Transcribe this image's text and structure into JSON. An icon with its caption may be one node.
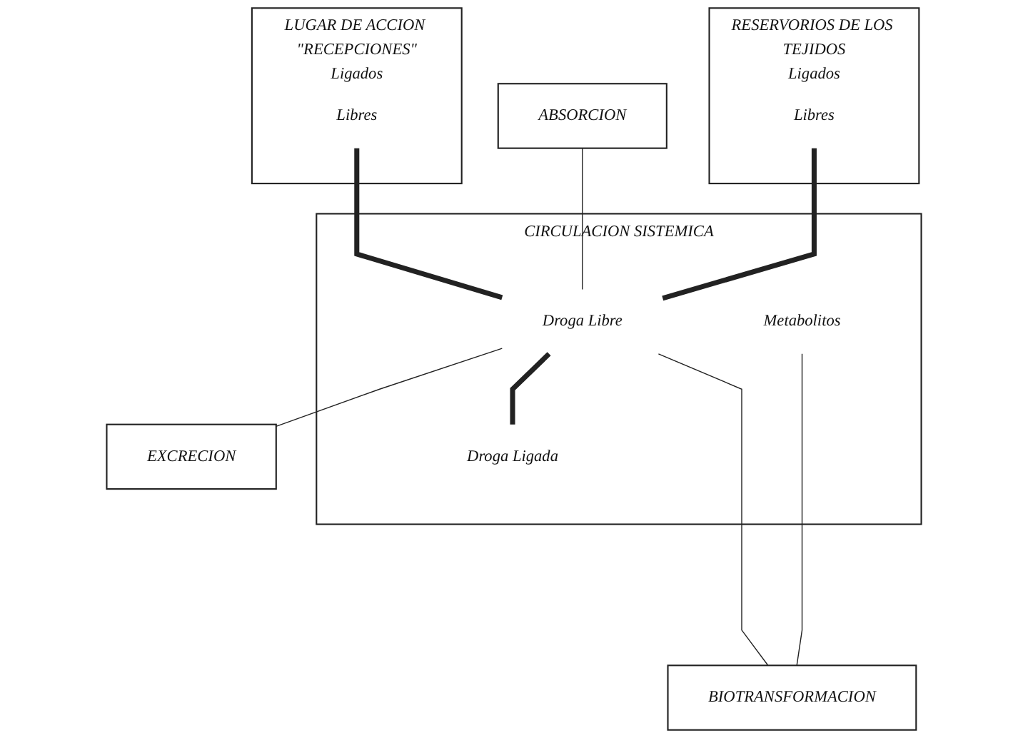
{
  "diagram": {
    "nodes": [
      {
        "text": [
          "LUGAR DE ACCION \"RECEPCIONES\"",
          "Ligados"
        ]
      },
      {
        "text": [
          "Libres"
        ],
        "in": 0
      },
      {
        "text": [
          "RESERVORIOS DE LOS TEJIDOS",
          "Ligados"
        ]
      },
      {
        "text": [
          "Libres"
        ],
        "in": 2
      },
      {
        "text": [
          "CIRCULACION SISTEMICA"
        ]
      },
      {
        "text": [
          "ABSORCION"
        ]
      },
      {
        "text": [
          "Droga Libre"
        ],
        "in": 4
      },
      {
        "text": [
          "EXCRECION"
        ]
      },
      {
        "text": [
          "Droga Ligada"
        ],
        "in": 4
      },
      {
        "text": [
          "Metabolitos"
        ],
        "in": 4
      },
      {
        "text": [
          "BIOTRANSFORMACION"
        ]
      }
    ],
    "edges": [
      {
        "from": 1,
        "to": 6,
        "arrow": "none",
        "style": "thick"
      },
      {
        "from": 3,
        "to": 6,
        "arrow": "none",
        "style": "thick"
      },
      {
        "from": 5,
        "to": 6,
        "arrow": "none"
      },
      {
        "from": 6,
        "to": 7,
        "arrow": "none"
      },
      {
        "from": 6,
        "to": 8,
        "arrow": "none",
        "style": "thick"
      },
      {
        "from": 6,
        "to": 10,
        "arrow": "none"
      },
      {
        "from": 9,
        "to": 10,
        "arrow": "none"
      }
    ]
  }
}
